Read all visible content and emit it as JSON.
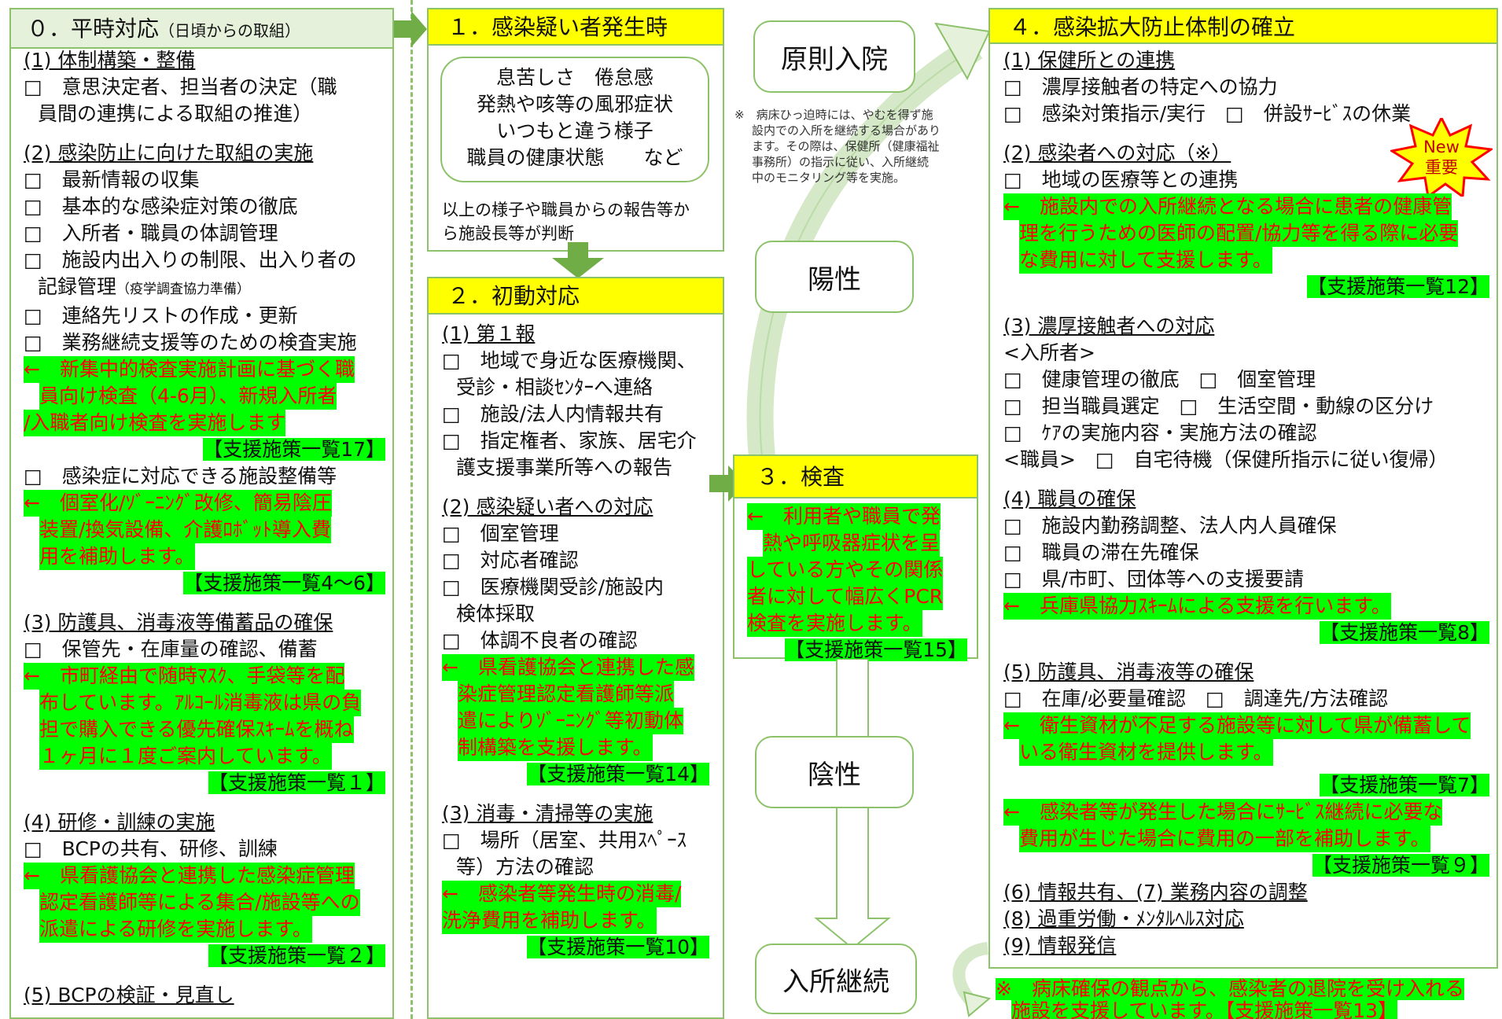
{
  "col0": {
    "title": "０．平時対応",
    "title_sub": "（日頃からの取組）",
    "s1_head": "(1) 体制構築・整備",
    "s1_i1a": "□　意思決定者、担当者の決定（職",
    "s1_i1b": "員間の連携による取組の推進）",
    "s2_head": "(2) 感染防止に向けた取組の実施",
    "s2_i1": "□　最新情報の収集",
    "s2_i2": "□　基本的な感染症対策の徹底",
    "s2_i3": "□　入所者・職員の体調管理",
    "s2_i4a": "□　施設内出入りの制限、出入り者の",
    "s2_i4b": "記録管理",
    "s2_i4b_small": "（疫学調査協力準備）",
    "s2_i5": "□　連絡先リストの作成・更新",
    "s2_i6": "□　業務継続支援等のための検査実施",
    "s2_red1a": "←　新集中的検査実施計画に基づく職",
    "s2_red1b": "員向け検査（4-6月）、新規入所者",
    "s2_red1c": "/入職者向け検査を実施します",
    "s2_ref1": "【支援施策一覧17】",
    "s2_i7": "□　感染症に対応できる施設整備等",
    "s2_red2a": "←　個室化/ｿﾞｰﾆﾝｸﾞ改修、簡易陰圧",
    "s2_red2b": "装置/換気設備、介護ﾛﾎﾞｯﾄ導入費",
    "s2_red2c": "用を補助します。",
    "s2_ref2": "【支援施策一覧4～6】",
    "s3_head": "(3) 防護具、消毒液等備蓄品の確保",
    "s3_i1": "□　保管先・在庫量の確認、備蓄",
    "s3_red_a": "←　市町経由で随時ﾏｽｸ、手袋等を配",
    "s3_red_b": "布しています。ｱﾙｺｰﾙ消毒液は県の負",
    "s3_red_c": "担で購入できる優先確保ｽｷｰﾑを概ね",
    "s3_red_d": "１ヶ月に１度ご案内しています。",
    "s3_ref": "【支援施策一覧１】",
    "s4_head": "(4) 研修・訓練の実施",
    "s4_i1": "□　BCPの共有、研修、訓練",
    "s4_red_a": "←　県看護協会と連携した感染症管理",
    "s4_red_b": "認定看護師等による集合/施設等への",
    "s4_red_c": "派遣による研修を実施します。",
    "s4_ref": "【支援施策一覧２】",
    "s5_head": "(5) BCPの検証・見直し"
  },
  "col1": {
    "title": "１．感染疑い者発生時",
    "sym1": "息苦しさ　倦怠感",
    "sym2": "発熱や咳等の風邪症状",
    "sym3": "いつもと違う様子",
    "sym4": "職員の健康状態　　など",
    "judge_a": "以上の様子や職員からの報告等か",
    "judge_b": "ら施設長等が判断"
  },
  "col2": {
    "title": "２．初動対応",
    "s1_head": "(1) 第１報",
    "s1_i1a": "□　地域で身近な医療機関、",
    "s1_i1b": "受診・相談ｾﾝﾀｰへ連絡",
    "s1_i2": "□　施設/法人内情報共有",
    "s1_i3a": "□　指定権者、家族、居宅介",
    "s1_i3b": "護支援事業所等への報告",
    "s2_head": "(2) 感染疑い者への対応",
    "s2_i1": "□　個室管理",
    "s2_i2": "□　対応者確認",
    "s2_i3a": "□　医療機関受診/施設内",
    "s2_i3b": "検体採取",
    "s2_i4": "□　体調不良者の確認",
    "s2_red_a": "←　県看護協会と連携した感",
    "s2_red_b": "染症管理認定看護師等派",
    "s2_red_c": "遣によりｿﾞｰﾆﾝｸﾞ等初動体",
    "s2_red_d": "制構築を支援します。",
    "s2_ref": "【支援施策一覧14】",
    "s3_head": "(3) 消毒・清掃等の実施",
    "s3_i1a": "□　場所（居室、共用ｽﾍﾟｰｽ",
    "s3_i1b": "等）方法の確認",
    "s3_red_a": "←　感染者等発生時の消毒/",
    "s3_red_b": "洗浄費用を補助します。",
    "s3_ref": "【支援施策一覧10】"
  },
  "col3": {
    "principle": "原則入院",
    "note1": "※　病床ひっ迫時には、やむを得ず施",
    "note2": "設内での入所を継続する場合があり",
    "note3": "ます。その際は、保健所（健康福祉",
    "note4": "事務所）の指示に従い、入所継続",
    "note5": "中のモニタリング等を実施。",
    "positive": "陽性",
    "test_title": "３．検査",
    "test_red_a": "←　利用者や職員で発",
    "test_red_b": "熱や呼吸器症状を呈",
    "test_red_c": "している方やその関係",
    "test_red_d": "者に対して幅広くPCR",
    "test_red_e": "検査を実施します。",
    "test_ref": "【支援施策一覧15】",
    "negative": "陰性",
    "continue": "入所継続"
  },
  "col4": {
    "title": "４．感染拡大防止体制の確立",
    "badge_a": "New",
    "badge_b": "重要",
    "s1_head": "(1) 保健所との連携",
    "s1_i1": "□　濃厚接触者の特定への協力",
    "s1_i2": "□　感染対策指示/実行　□　併設ｻｰﾋﾞｽの休業",
    "s2_head": "(2) 感染者への対応（※）",
    "s2_i1": "□　地域の医療等との連携",
    "s2_red_a": "←　施設内での入所継続となる場合に患者の健康管",
    "s2_red_b": "理を行うための医師の配置/協力等を得る際に必要",
    "s2_red_c": "な費用に対して支援します。",
    "s2_ref": "【支援施策一覧12】",
    "s3_head": "(3) 濃厚接触者への対応",
    "s3_i0": "<入所者>",
    "s3_i1": "□　健康管理の徹底　□　個室管理",
    "s3_i2": "□　担当職員選定　□　生活空間・動線の区分け",
    "s3_i3": "□　ｹｱの実施内容・実施方法の確認",
    "s3_i4": "<職員>　□　自宅待機（保健所指示に従い復帰）",
    "s4_head": "(4) 職員の確保",
    "s4_i1": "□　施設内勤務調整、法人内人員確保",
    "s4_i2": "□　職員の滞在先確保",
    "s4_i3": "□　県/市町、団体等への支援要請",
    "s4_red": "←　兵庫県協力ｽｷｰﾑによる支援を行います。",
    "s4_ref": "【支援施策一覧8】",
    "s5_head": "(5) 防護具、消毒液等の確保",
    "s5_i1": "□　在庫/必要量確認　□　調達先/方法確認",
    "s5_red1a": "←　衛生資材が不足する施設等に対して県が備蓄して",
    "s5_red1b": "いる衛生資材を提供します。",
    "s5_ref1": "【支援施策一覧7】",
    "s5_red2a": "←　感染者等が発生した場合にｻｰﾋﾞｽ継続に必要な",
    "s5_red2b": "費用が生じた場合に費用の一部を補助します。",
    "s5_ref2": "【支援施策一覧９】",
    "s6": "(6) 情報共有、(7) 業務内容の調整",
    "s8": "(8) 過重労働・ﾒﾝﾀﾙﾍﾙｽ対応",
    "s9": "(9) 情報発信",
    "bottom_a": "※　病床確保の観点から、感染者の退院を受け入れる",
    "bottom_b": "施設を支援しています。【支援施策一覧13】"
  },
  "colors": {
    "green_border": "#8cc26a",
    "highlight": "#00ff00",
    "red_text": "#ff0000",
    "yellow": "#ffff00",
    "header_green": "#e6f1dc"
  }
}
